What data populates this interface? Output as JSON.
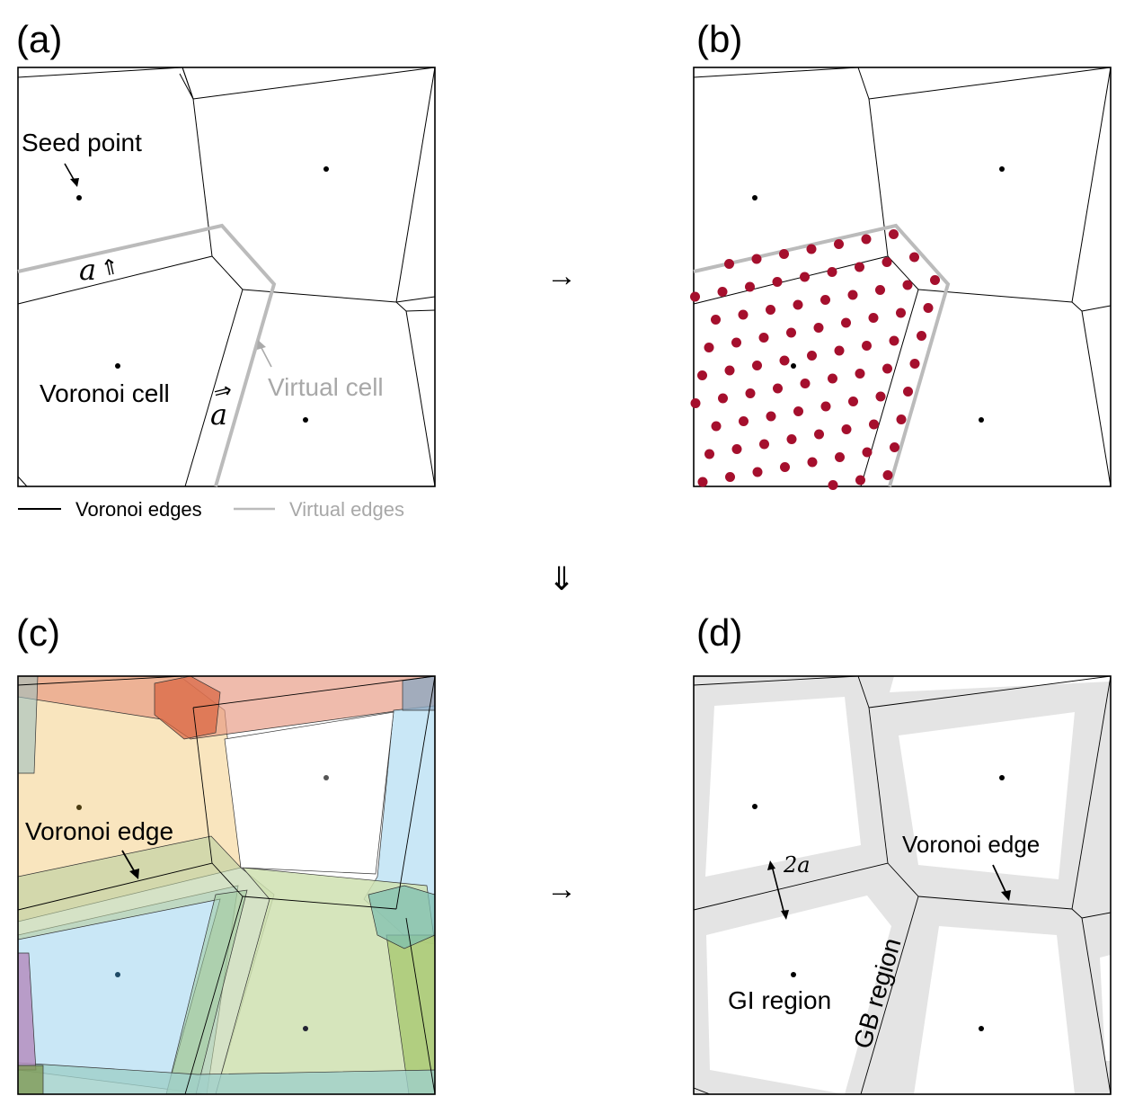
{
  "panels": {
    "a": {
      "label": "(a)",
      "seed_point": "Seed point",
      "voronoi_cell": "Voronoi cell",
      "virtual_cell": "Virtual cell",
      "a_symbol": "a"
    },
    "b": {
      "label": "(b)"
    },
    "c": {
      "label": "(c)",
      "voronoi_edge": "Voronoi edge"
    },
    "d": {
      "label": "(d)",
      "two_a": "2a",
      "voronoi_edge": "Voronoi edge",
      "gi_region": "GI region",
      "gb_region": "GB region"
    }
  },
  "legend": {
    "voronoi_edges": "Voronoi edges",
    "virtual_edges": "Virtual edges"
  },
  "arrows": {
    "right": "→",
    "down": "⇓"
  },
  "colors": {
    "voronoi_edge": "#000000",
    "virtual_edge": "#bbbbbb",
    "virtual_text": "#a8a8a8",
    "lattice_point": "#a50f2d",
    "gb_region": "#e4e4e4",
    "cell_orange": "#f8dfae",
    "cell_red": "#e7977f",
    "cell_blue": "#bfe3f5",
    "cell_green": "#cfe0b0",
    "cell_teal": "#7fbfb0"
  }
}
